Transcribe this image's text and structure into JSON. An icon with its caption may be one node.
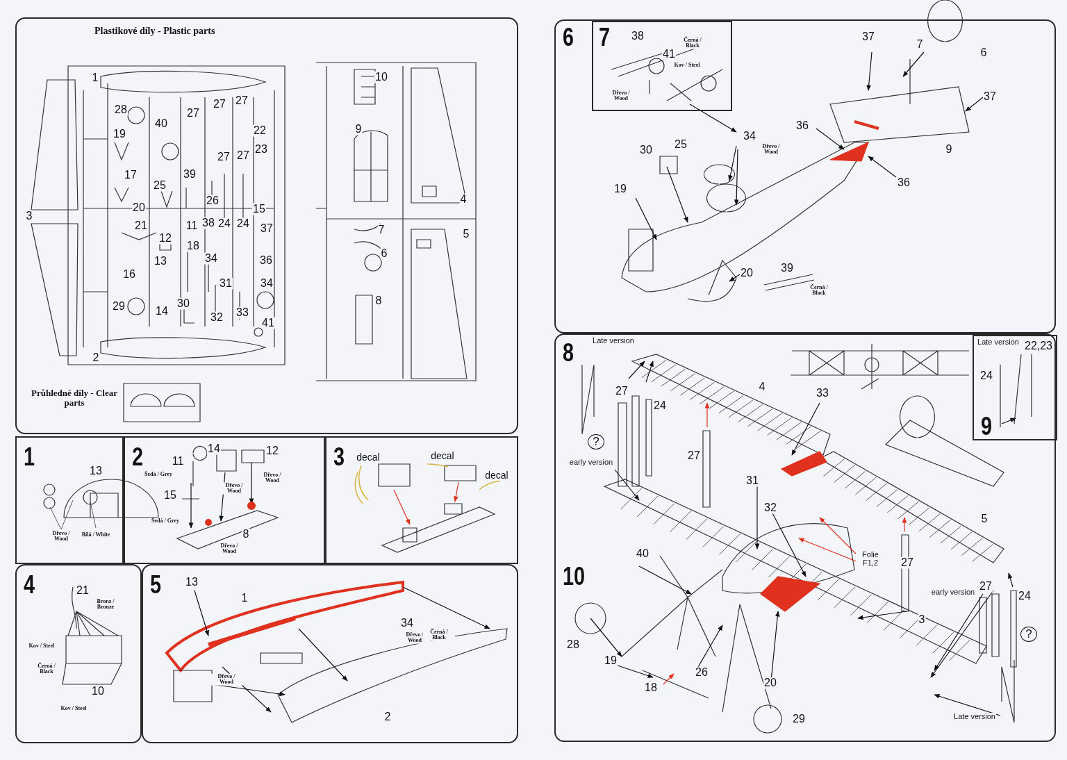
{
  "diagram": {
    "nodes": [
      {
        "text": [
          "Plastikové díly - Plastic parts"
        ]
      },
      {
        "text": [
          "1"
        ]
      },
      {
        "text": [
          "2"
        ]
      },
      {
        "text": [
          "3"
        ]
      },
      {
        "text": [
          "4"
        ]
      },
      {
        "text": [
          "5"
        ]
      },
      {
        "text": [
          "6"
        ]
      },
      {
        "text": [
          "7"
        ],
        "in": 6
      },
      {
        "text": [
          "8",
          "10"
        ]
      },
      {
        "text": [
          "9"
        ],
        "in": 8
      }
    ],
    "edges": [],
    "labels": [
      "1",
      "28",
      "27",
      "27",
      "27",
      "40",
      "19",
      "22",
      "23",
      "27",
      "27",
      "17",
      "39",
      "25",
      "26",
      "20",
      "15",
      "3",
      "21",
      "11",
      "38",
      "24",
      "24",
      "37",
      "12",
      "18",
      "13",
      "34",
      "36",
      "16",
      "31",
      "34",
      "29",
      "30",
      "14",
      "33",
      "32",
      "41",
      "2",
      "10",
      "9",
      "4",
      "7",
      "5",
      "6",
      "8",
      "Průhledné díly - Clear parts",
      "13",
      "Dřevo / Wood",
      "Bílá / White",
      "11",
      "14",
      "12",
      "Šedá / Grey",
      "Dřevo / Wood",
      "Dřevo / Wood",
      "15",
      "Šedá / Grey",
      "8",
      "Dřevo / Wood",
      "decal",
      "decal",
      "decal",
      "21",
      "Bronz / Bronze",
      "Kov / Steel",
      "Černá / Black",
      "10",
      "Kov / Steel",
      "13",
      "1",
      "34",
      "Dřevo / Wood",
      "Černá / Black",
      "Dřevo / Wood",
      "2",
      "38",
      "Černá / Black",
      "41",
      "Kov / Steel",
      "Dřevo / Wood",
      "37",
      "7",
      "6",
      "37",
      "36",
      "34",
      "Dřevo / Wood",
      "25",
      "30",
      "9",
      "36",
      "19",
      "20",
      "39",
      "Černá / Black",
      "Late version",
      "27",
      "24",
      "4",
      "33",
      "27",
      "?",
      "early version",
      "31",
      "32",
      "5",
      "40",
      "Folie F1,2",
      "27",
      "early version",
      "27",
      "24",
      "3",
      "?",
      "28",
      "19",
      "26",
      "18",
      "20",
      "29",
      "Late version",
      "Late version",
      "22,23",
      "24"
    ]
  }
}
